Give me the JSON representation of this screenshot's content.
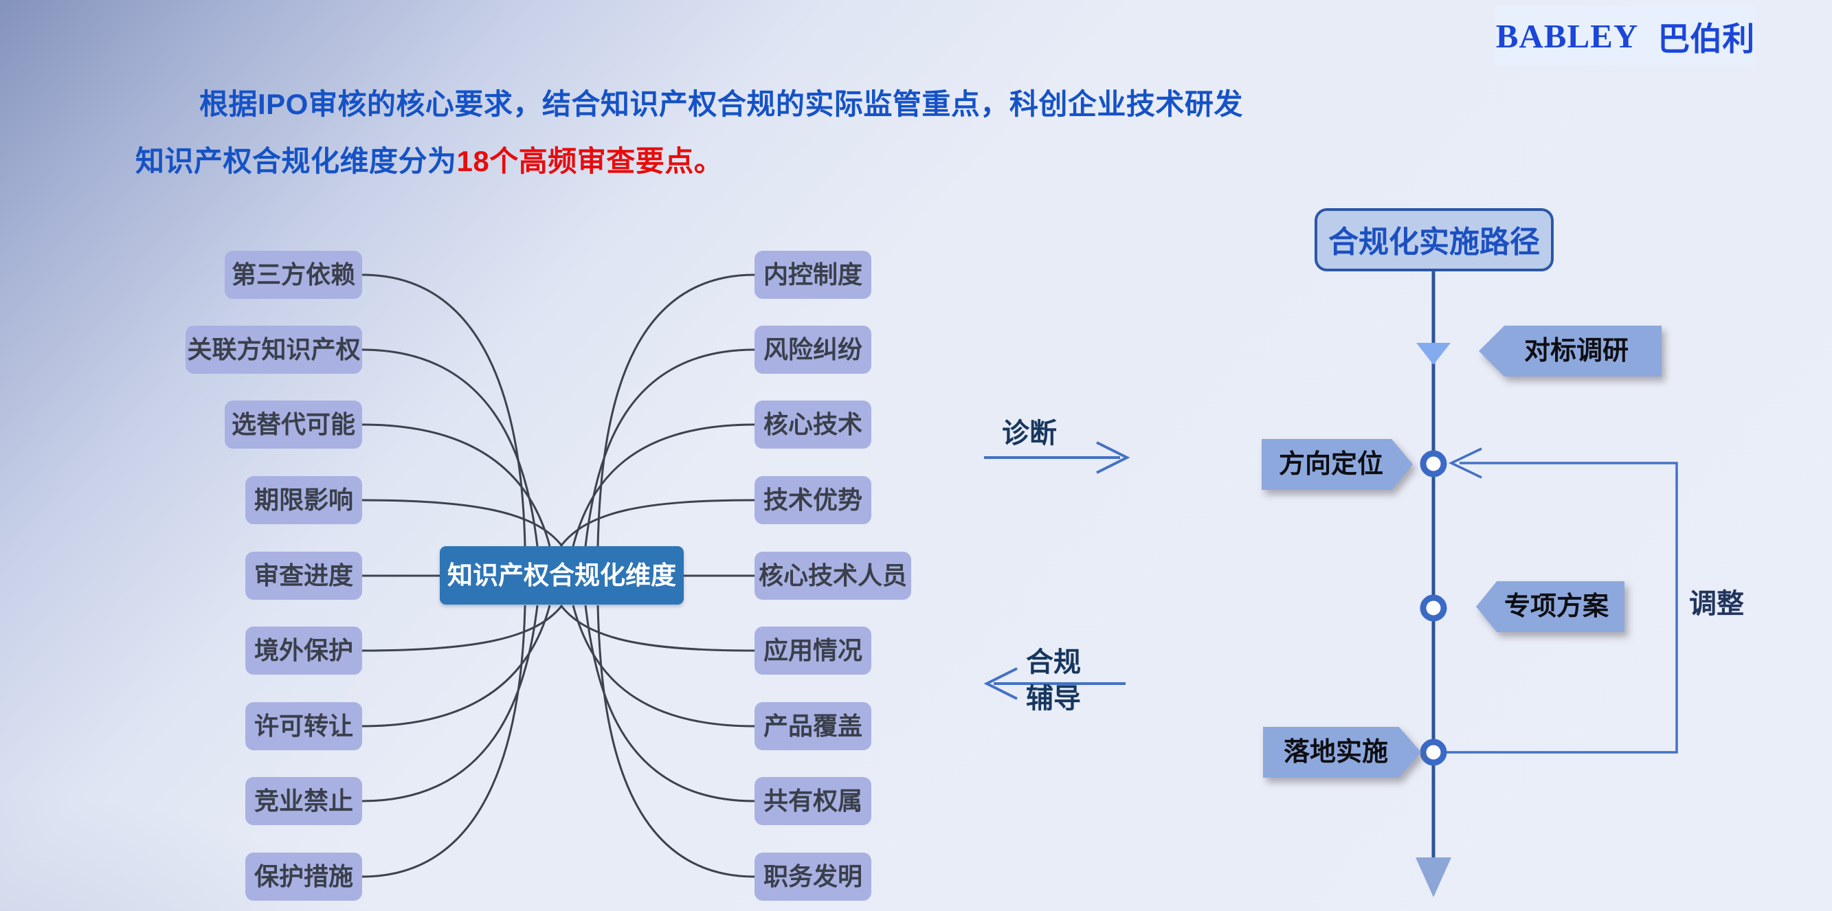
{
  "logo": {
    "en": "BABLEY",
    "zh": "巴伯利"
  },
  "intro": {
    "line1": "根据IPO审核的核心要求，结合知识产权合规的实际监管重点，科创企业技术研发",
    "line2_prefix": "知识产权合规化维度分为",
    "line2_highlight": "18个高频审查要点。"
  },
  "mindmap": {
    "center": "知识产权合规化维度",
    "left_nodes": [
      "第三方依赖",
      "关联方知识产权",
      "选替代可能",
      "期限影响",
      "审查进度",
      "境外保护",
      "许可转让",
      "竞业禁止",
      "保护措施"
    ],
    "right_nodes": [
      "内控制度",
      "风险纠纷",
      "核心技术",
      "技术优势",
      "核心技术人员",
      "应用情况",
      "产品覆盖",
      "共有权属",
      "职务发明"
    ]
  },
  "transfer": {
    "diagnose_label": "诊断",
    "coach_label_line1": "合规",
    "coach_label_line2": "辅导"
  },
  "pathway": {
    "title": "合规化实施路径",
    "steps": [
      "对标调研",
      "方向定位",
      "专项方案",
      "落地实施"
    ],
    "feedback_label": "调整"
  },
  "colors": {
    "title_blue": "#1552c6",
    "highlight_red": "#e80c0c",
    "center_node_blue": "#2e75b6",
    "branch_node_fill": "#a8b1e1",
    "banner_fill": "#8da8dd",
    "pathway_line_blue": "#2f5597",
    "arrow_blue": "#4472c4",
    "connector_gray": "#3d434e",
    "logo_blue": "#1c46d8"
  }
}
